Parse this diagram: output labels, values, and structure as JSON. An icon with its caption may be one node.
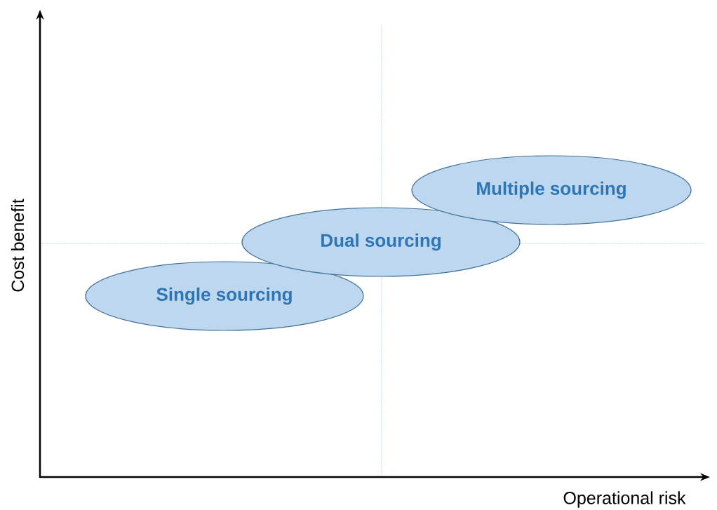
{
  "diagram": {
    "nodes": [
      {
        "text": [
          "Single sourcing"
        ]
      },
      {
        "text": [
          "Dual sourcing"
        ]
      },
      {
        "text": [
          "Multiple sourcing"
        ]
      }
    ],
    "labels": [
      "Cost benefit",
      "Operational risk"
    ]
  }
}
